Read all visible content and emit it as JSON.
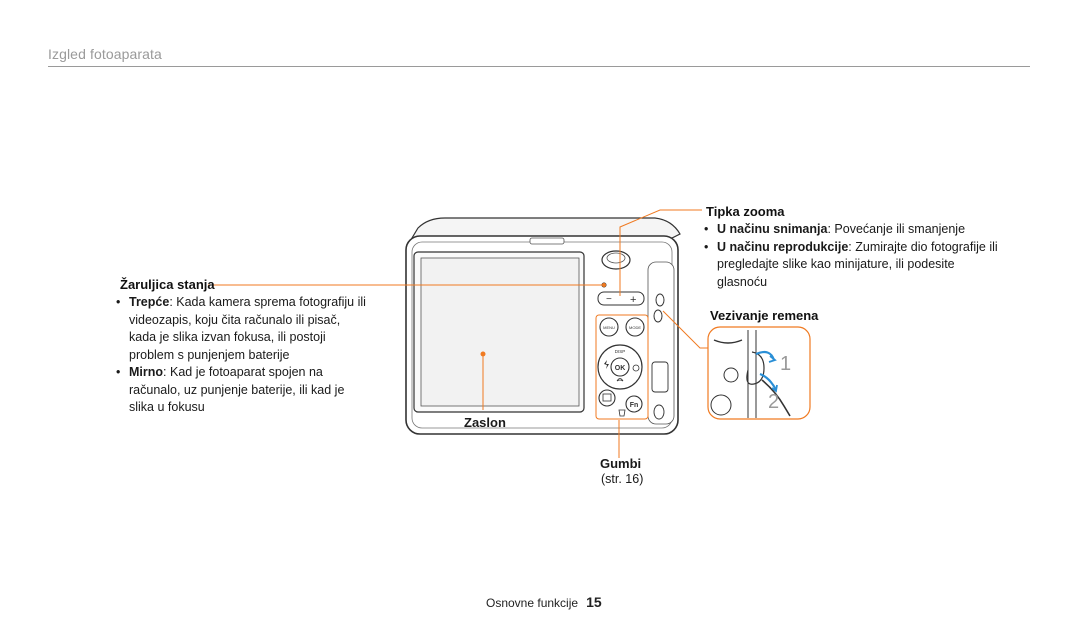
{
  "header": {
    "title": "Izgled fotoaparata"
  },
  "status_lamp": {
    "heading": "Žaruljica stanja",
    "items": [
      {
        "term": "Trepće",
        "text": ": Kada kamera sprema fotografiju ili videozapis, koju čita računalo ili pisač, kada je slika izvan fokusa, ili postoji problem s punjenjem baterije"
      },
      {
        "term": "Mirno",
        "text": ": Kad je fotoaparat spojen na računalo, uz punjenje baterije, ili kad je slika u fokusu"
      }
    ]
  },
  "zoom": {
    "heading": "Tipka zooma",
    "items": [
      {
        "term": "U načinu snimanja",
        "text": ": Povećanje ili smanjenje"
      },
      {
        "term": "U načinu reprodukcije",
        "text": ": Zumirajte dio fotografije ili pregledajte slike kao minijature, ili podesite glasnoću"
      }
    ]
  },
  "strap": {
    "heading": "Vezivanje remena",
    "step1": "1",
    "step2": "2"
  },
  "screen": {
    "label": "Zaslon"
  },
  "buttons": {
    "label": "Gumbi",
    "ref": "(str. 16)"
  },
  "camera": {
    "zoom_minus": "−",
    "zoom_plus": "+",
    "btn_ok": "OK",
    "btn_fn": "Fn",
    "btn_disp": "DISP",
    "btn_menu": "MENU",
    "btn_mode": "MODE"
  },
  "footer": {
    "section": "Osnovne funkcije",
    "page": "15"
  },
  "colors": {
    "accent": "#f07a21",
    "strap_arrow": "#2a8fd6",
    "header_text": "#9a9a9a"
  }
}
